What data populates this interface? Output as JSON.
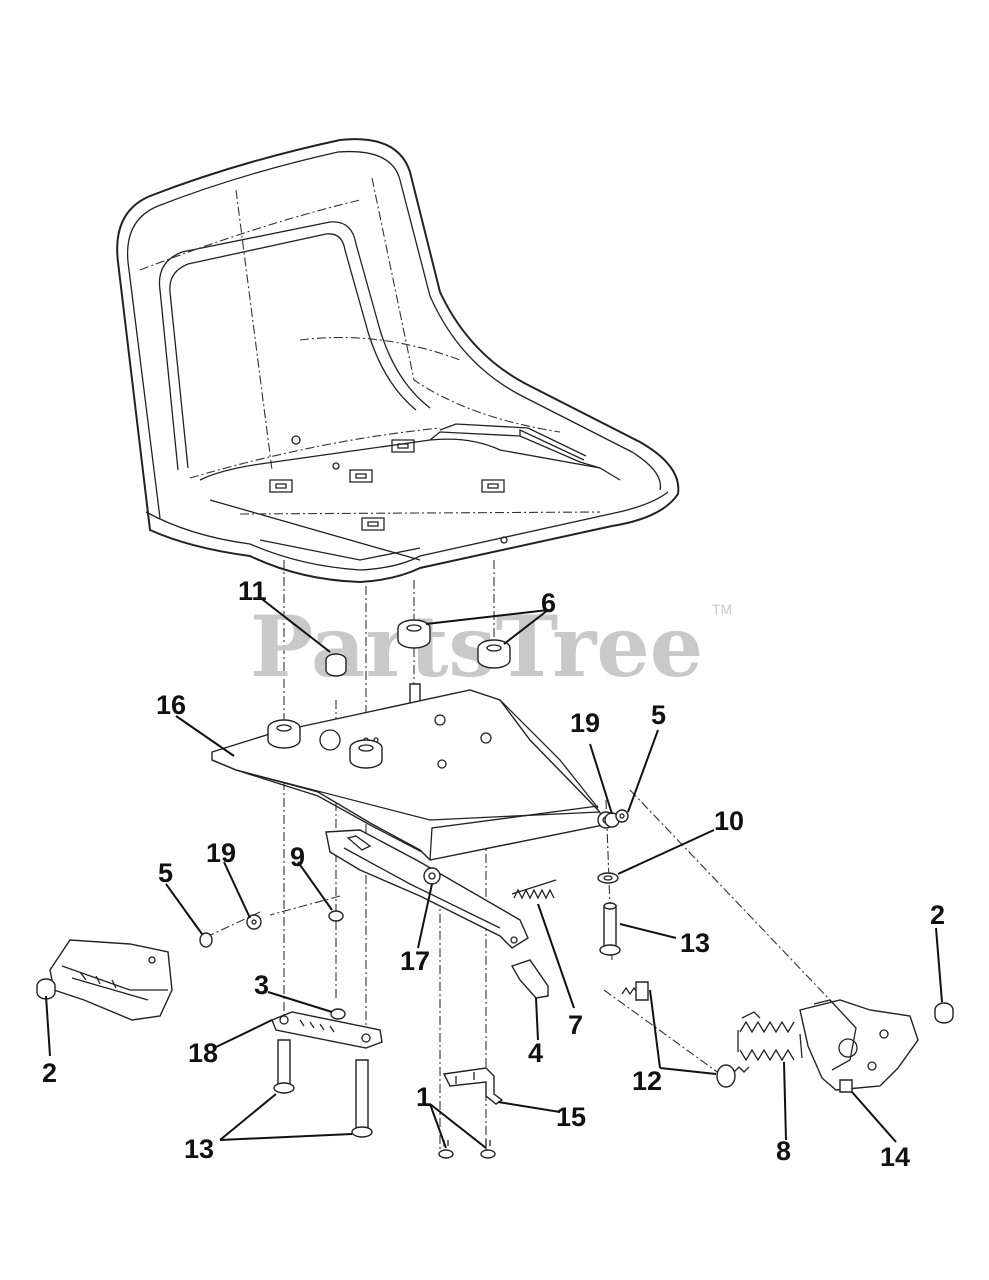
{
  "diagram": {
    "watermark": "PartsTree",
    "watermark_tm": "TM",
    "callouts": {
      "c1": "1",
      "c2a": "2",
      "c2b": "2",
      "c3": "3",
      "c4": "4",
      "c5a": "5",
      "c5b": "5",
      "c6": "6",
      "c7": "7",
      "c8": "8",
      "c9": "9",
      "c10": "10",
      "c11": "11",
      "c12": "12",
      "c13a": "13",
      "c13b": "13",
      "c14": "14",
      "c15": "15",
      "c16": "16",
      "c17": "17",
      "c18": "18",
      "c19a": "19",
      "c19b": "19"
    }
  }
}
